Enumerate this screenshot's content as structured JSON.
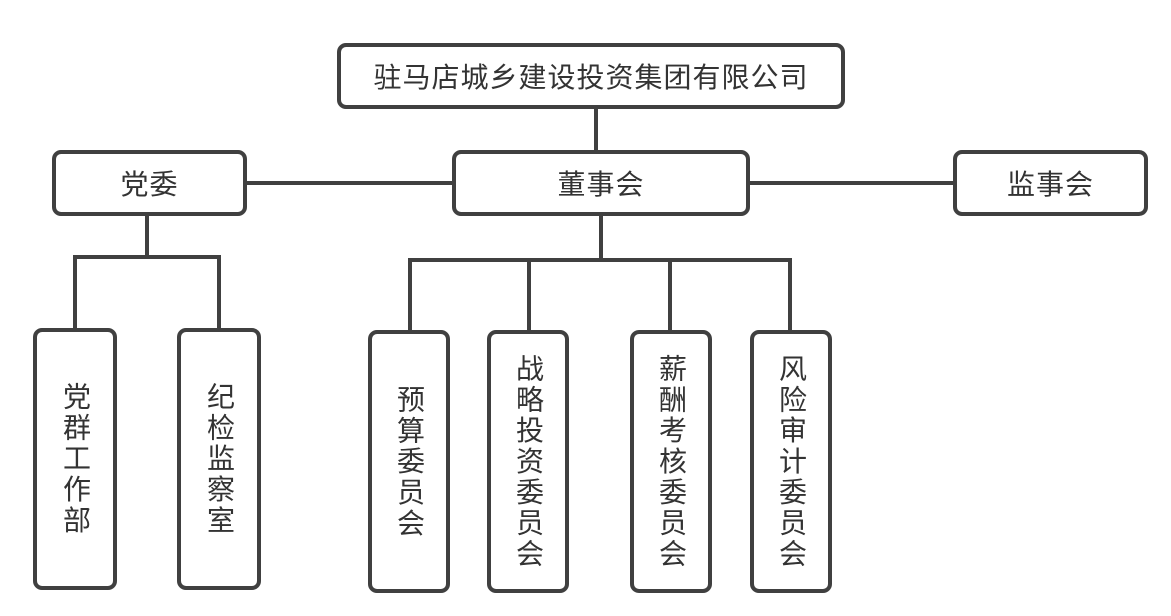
{
  "org": {
    "root": "驻马店城乡建设投资集团有限公司",
    "party": "党委",
    "board": "董事会",
    "supervisory": "监事会",
    "party_children": [
      "党群工作部",
      "纪检监察室"
    ],
    "board_children": [
      "预算委员会",
      "战略投资委员会",
      "薪酬考核委员会",
      "风险审计委员会"
    ]
  },
  "colors": {
    "line": "#404040",
    "text": "#333333",
    "background": "#ffffff"
  }
}
